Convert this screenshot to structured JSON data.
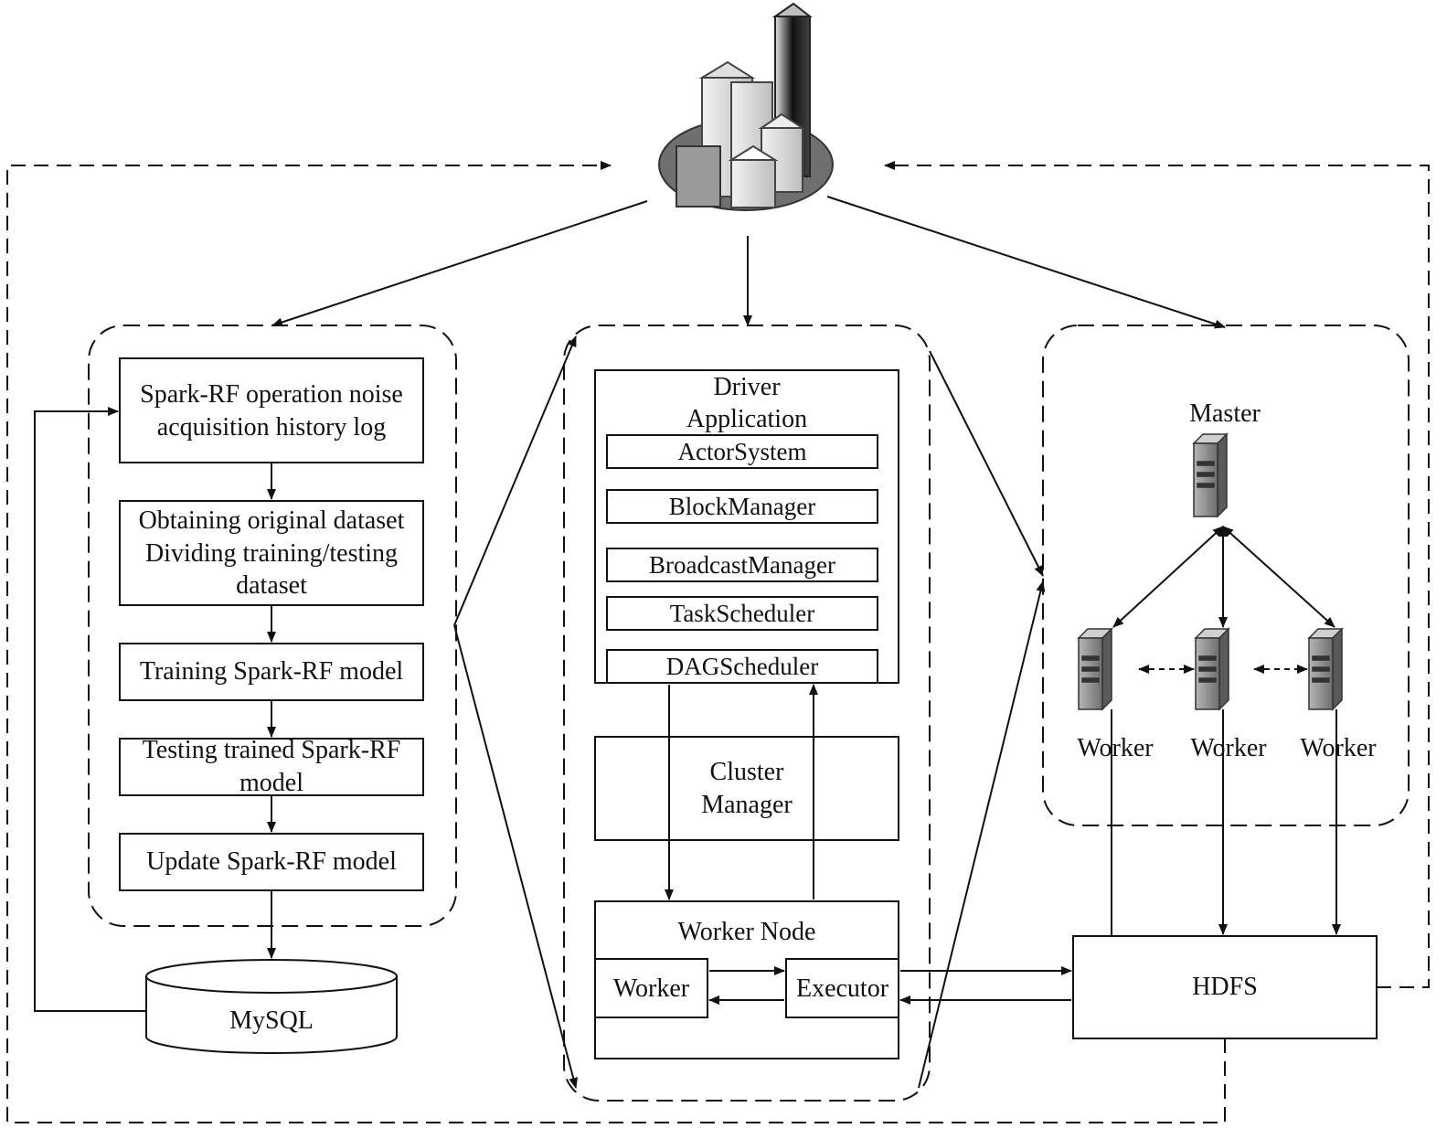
{
  "left_pipeline": {
    "steps": [
      "Spark-RF operation noise",
      "acquisition history log",
      "Obtaining original dataset",
      "Dividing training/testing",
      "dataset",
      "Training Spark-RF model",
      "Testing trained Spark-RF",
      "model",
      "Update Spark-RF model"
    ],
    "database": "MySQL"
  },
  "spark_architecture": {
    "driver_title_1": "Driver",
    "driver_title_2": "Application",
    "components": [
      "ActorSystem",
      "BlockManager",
      "BroadcastManager",
      "TaskScheduler",
      "DAGScheduler"
    ],
    "cluster_manager_1": "Cluster",
    "cluster_manager_2": "Manager",
    "worker_node": "Worker Node",
    "worker": "Worker",
    "executor": "Executor"
  },
  "cluster": {
    "master": "Master",
    "workers": [
      "Worker",
      "Worker",
      "Worker"
    ],
    "storage": "HDFS"
  },
  "colors": {
    "line": "#111111",
    "server_body": "#8c8c8c",
    "building_base": "#6f6f6f"
  }
}
